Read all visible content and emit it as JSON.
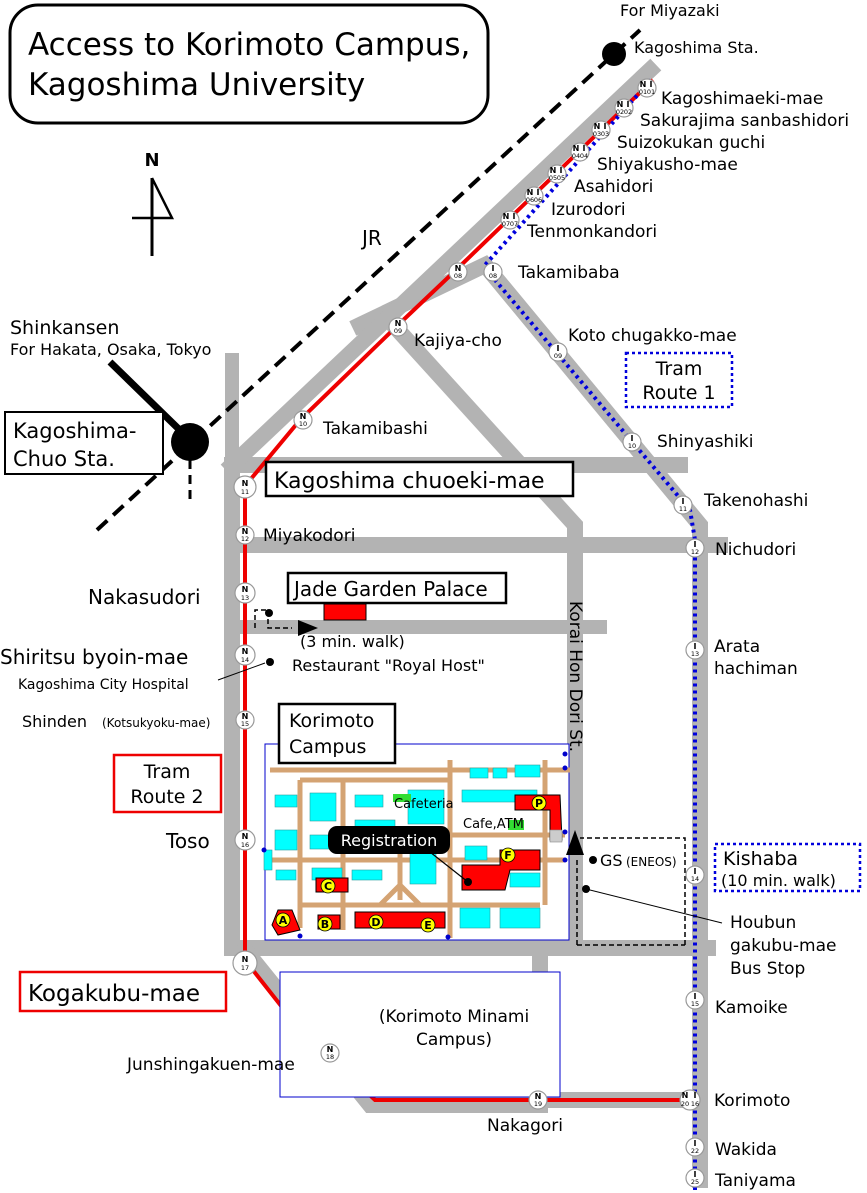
{
  "title": {
    "line1": "Access to Korimoto Campus,",
    "line2": "Kagoshima University"
  },
  "compass_label": "N",
  "jr": {
    "label": "JR",
    "for_miyazaki": "For Miyazaki",
    "kagoshima_sta": "Kagoshima Sta.",
    "shinkansen": "Shinkansen",
    "shinkansen_dest": "For Hakata, Osaka, Tokyo",
    "chuo_sta_line1": "Kagoshima-",
    "chuo_sta_line2": "Chuo Sta."
  },
  "route1": {
    "line1": "Tram",
    "line2": "Route 1",
    "color": "#0000dd",
    "stops": {
      "kagoshimaekimae": "Kagoshimaeki-mae",
      "sakurajima": "Sakurajima sanbashidori",
      "suizokukan": "Suizokukan guchi",
      "shiyakusho": "Shiyakusho-mae",
      "asahidori": "Asahidori",
      "izurodori": "Izurodori",
      "tenmonkan": "Tenmonkandori",
      "takamibaba": "Takamibaba",
      "koto": "Koto chugakko-mae",
      "shinyashiki": "Shinyashiki",
      "takenohashi": "Takenohashi",
      "nichudori": "Nichudori",
      "arata1": "Arata",
      "arata2": "hachiman",
      "kishaba": "Kishaba",
      "kishaba_walk": "(10 min. walk)",
      "kamoike": "Kamoike",
      "korimoto": "Korimoto",
      "wakida": "Wakida",
      "taniyama": "Taniyama"
    }
  },
  "route2": {
    "line1": "Tram",
    "line2": "Route 2",
    "color": "#ee0000",
    "stops": {
      "kajiya": "Kajiya-cho",
      "takamibashi": "Takamibashi",
      "chuoekimae": "Kagoshima chuoeki-mae",
      "miyakodori": "Miyakodori",
      "nakasudori": "Nakasudori",
      "shiritsu": "Shiritsu byoin-mae",
      "hospital": "Kagoshima City Hospital",
      "shinden": "Shinden",
      "shinden_sub": "(Kotsukyoku-mae)",
      "toso": "Toso",
      "kogakubu": "Kogakubu-mae",
      "junshin": "Junshingakuen-mae",
      "nakagori": "Nakagori"
    }
  },
  "places": {
    "jade_garden": "Jade Garden Palace",
    "walk3": "(3 min. walk)",
    "royal_host": "Restaurant \"Royal Host\"",
    "korimoto_campus1": "Korimoto",
    "korimoto_campus2": "Campus",
    "korai_st": "Korai Hon Dori St.",
    "cafeteria": "Cafeteria",
    "cafe_atm": "Cafe,ATM",
    "registration": "Registration",
    "gs": "GS",
    "gs_sub": "(ENEOS)",
    "bus1": "Houbun",
    "bus2": "gakubu-mae",
    "bus3": "Bus Stop",
    "minami1": "(Korimoto Minami",
    "minami2": "Campus)"
  },
  "building_markers": [
    "A",
    "B",
    "C",
    "D",
    "E",
    "F",
    "P"
  ],
  "station_codes": {
    "n01": "01",
    "i01": "01",
    "n02": "02",
    "i02": "02",
    "n03": "03",
    "i03": "03",
    "n04": "04",
    "i04": "04",
    "n05": "05",
    "i05": "05",
    "n06": "06",
    "i06": "06",
    "n07": "07",
    "i07": "07",
    "n08": "08",
    "i08": "08",
    "n09": "09",
    "n10": "10",
    "n11": "11",
    "n12": "12",
    "n13": "13",
    "n14": "14",
    "n15": "15",
    "n16": "16",
    "n17": "17",
    "n18": "18",
    "n19": "19",
    "n20": "20",
    "i09": "09",
    "i10": "10",
    "i11": "11",
    "i12": "12",
    "i13": "13",
    "i14": "14",
    "i15": "15",
    "i16": "16",
    "i22": "22",
    "i25": "25"
  }
}
